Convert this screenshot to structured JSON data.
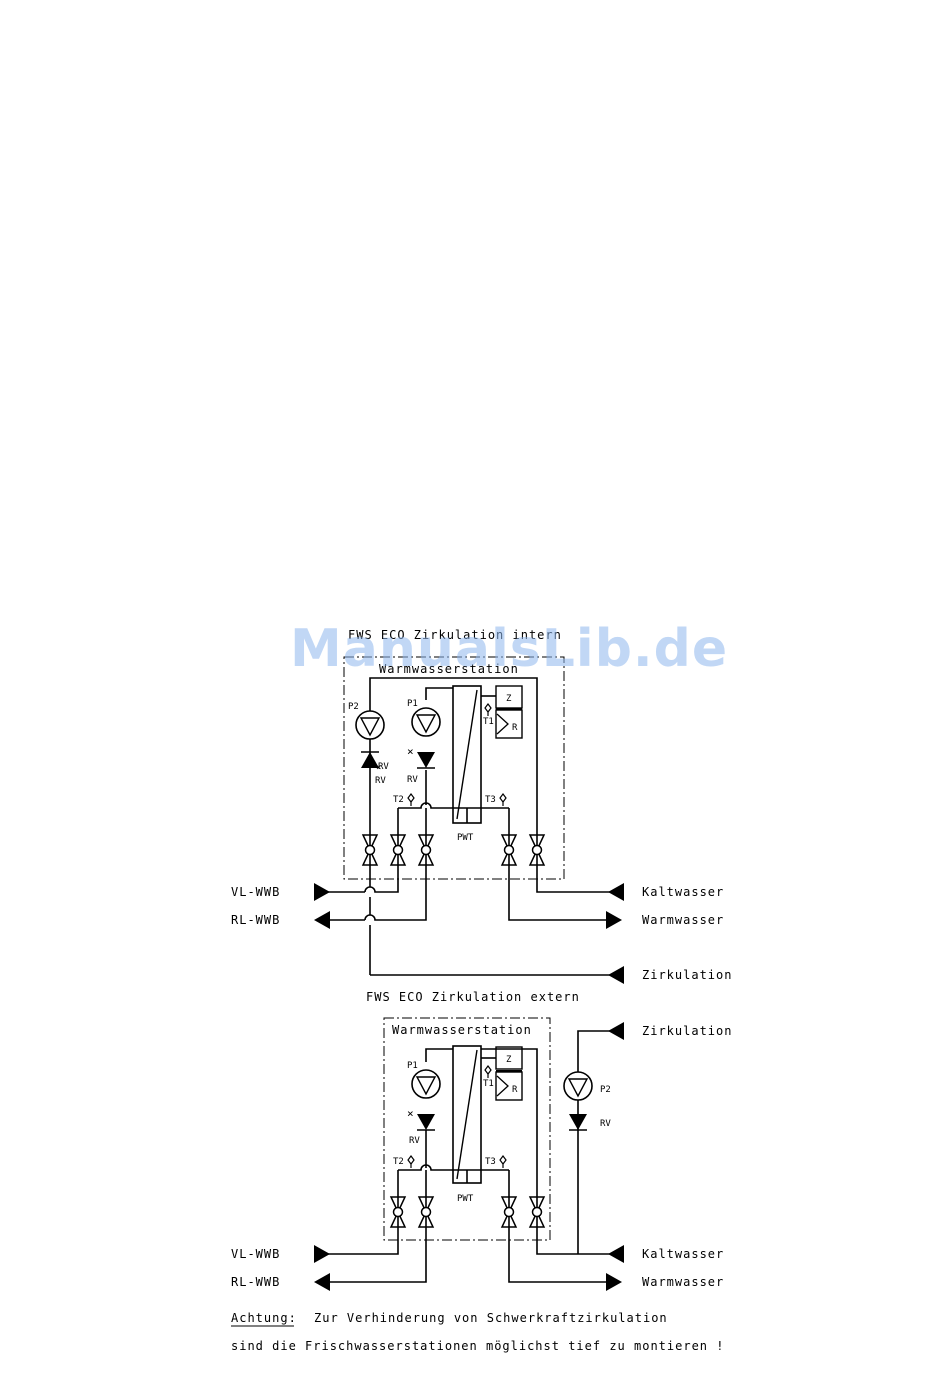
{
  "watermark": "ManualsLib.de",
  "diagram1": {
    "title": "FWS ECO Zirkulation intern",
    "station_label": "Warmwasserstation",
    "pump_p2": "P2",
    "pump_p1": "P1",
    "rv_a": "RV",
    "rv_b": "RV",
    "t1": "T1",
    "t2": "T2",
    "t3": "T3",
    "z": "Z",
    "r": "R",
    "pwt": "PWT",
    "vl": "VL-WWB",
    "rl": "RL-WWB",
    "kaltwasser": "Kaltwasser",
    "warmwasser": "Warmwasser",
    "zirkulation": "Zirkulation"
  },
  "diagram2": {
    "title": "FWS ECO Zirkulation extern",
    "station_label": "Warmwasserstation",
    "pump_p1": "P1",
    "pump_p2": "P2",
    "rv_a": "RV",
    "rv_b": "RV",
    "t1": "T1",
    "t2": "T2",
    "t3": "T3",
    "z": "Z",
    "r": "R",
    "pwt": "PWT",
    "vl": "VL-WWB",
    "rl": "RL-WWB",
    "kaltwasser": "Kaltwasser",
    "warmwasser": "Warmwasser",
    "zirkulation": "Zirkulation"
  },
  "note": {
    "heading": "Achtung:",
    "line1": "Zur Verhinderung von Schwerkraftzirkulation",
    "line2": "sind die Frischwasserstationen möglichst tief zu montieren !"
  }
}
